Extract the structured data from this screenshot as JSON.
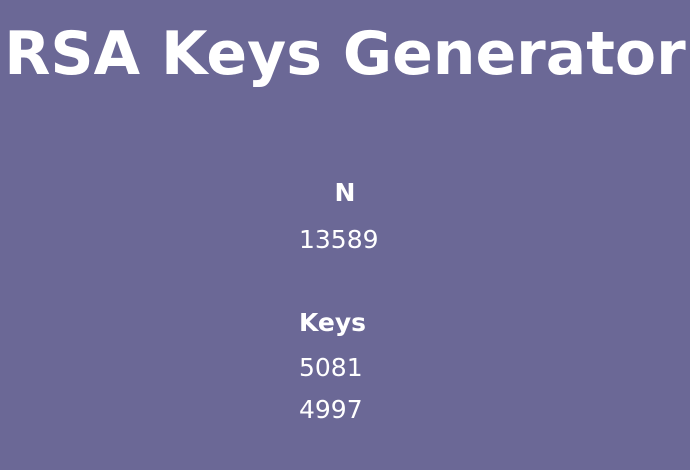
{
  "header": {
    "title": "RSA Keys Generator"
  },
  "result": {
    "n_label": "N",
    "n_value": "13589",
    "keys_label": "Keys",
    "keys": [
      "5081",
      "4997"
    ]
  },
  "colors": {
    "background": "#6b6896",
    "text": "#ffffff"
  }
}
